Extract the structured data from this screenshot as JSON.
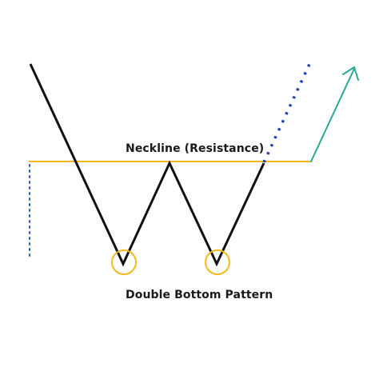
{
  "diagram": {
    "neckline_label": "Neckline (Resistance)",
    "pattern_label": "Double Bottom Pattern",
    "colors": {
      "price_line": "#111111",
      "neckline": "#f2b91d",
      "bottom_circle": "#f2b91d",
      "dotted_vertical": "#2c59b7",
      "dotted_continuation": "#1f3fb8",
      "breakout_arrow": "#2aa890",
      "background": "#ffffff"
    },
    "elements": [
      "price-line",
      "neckline",
      "left-dotted-line",
      "bottom-circle-1",
      "bottom-circle-2",
      "dotted-continuation",
      "breakout-arrow"
    ]
  }
}
